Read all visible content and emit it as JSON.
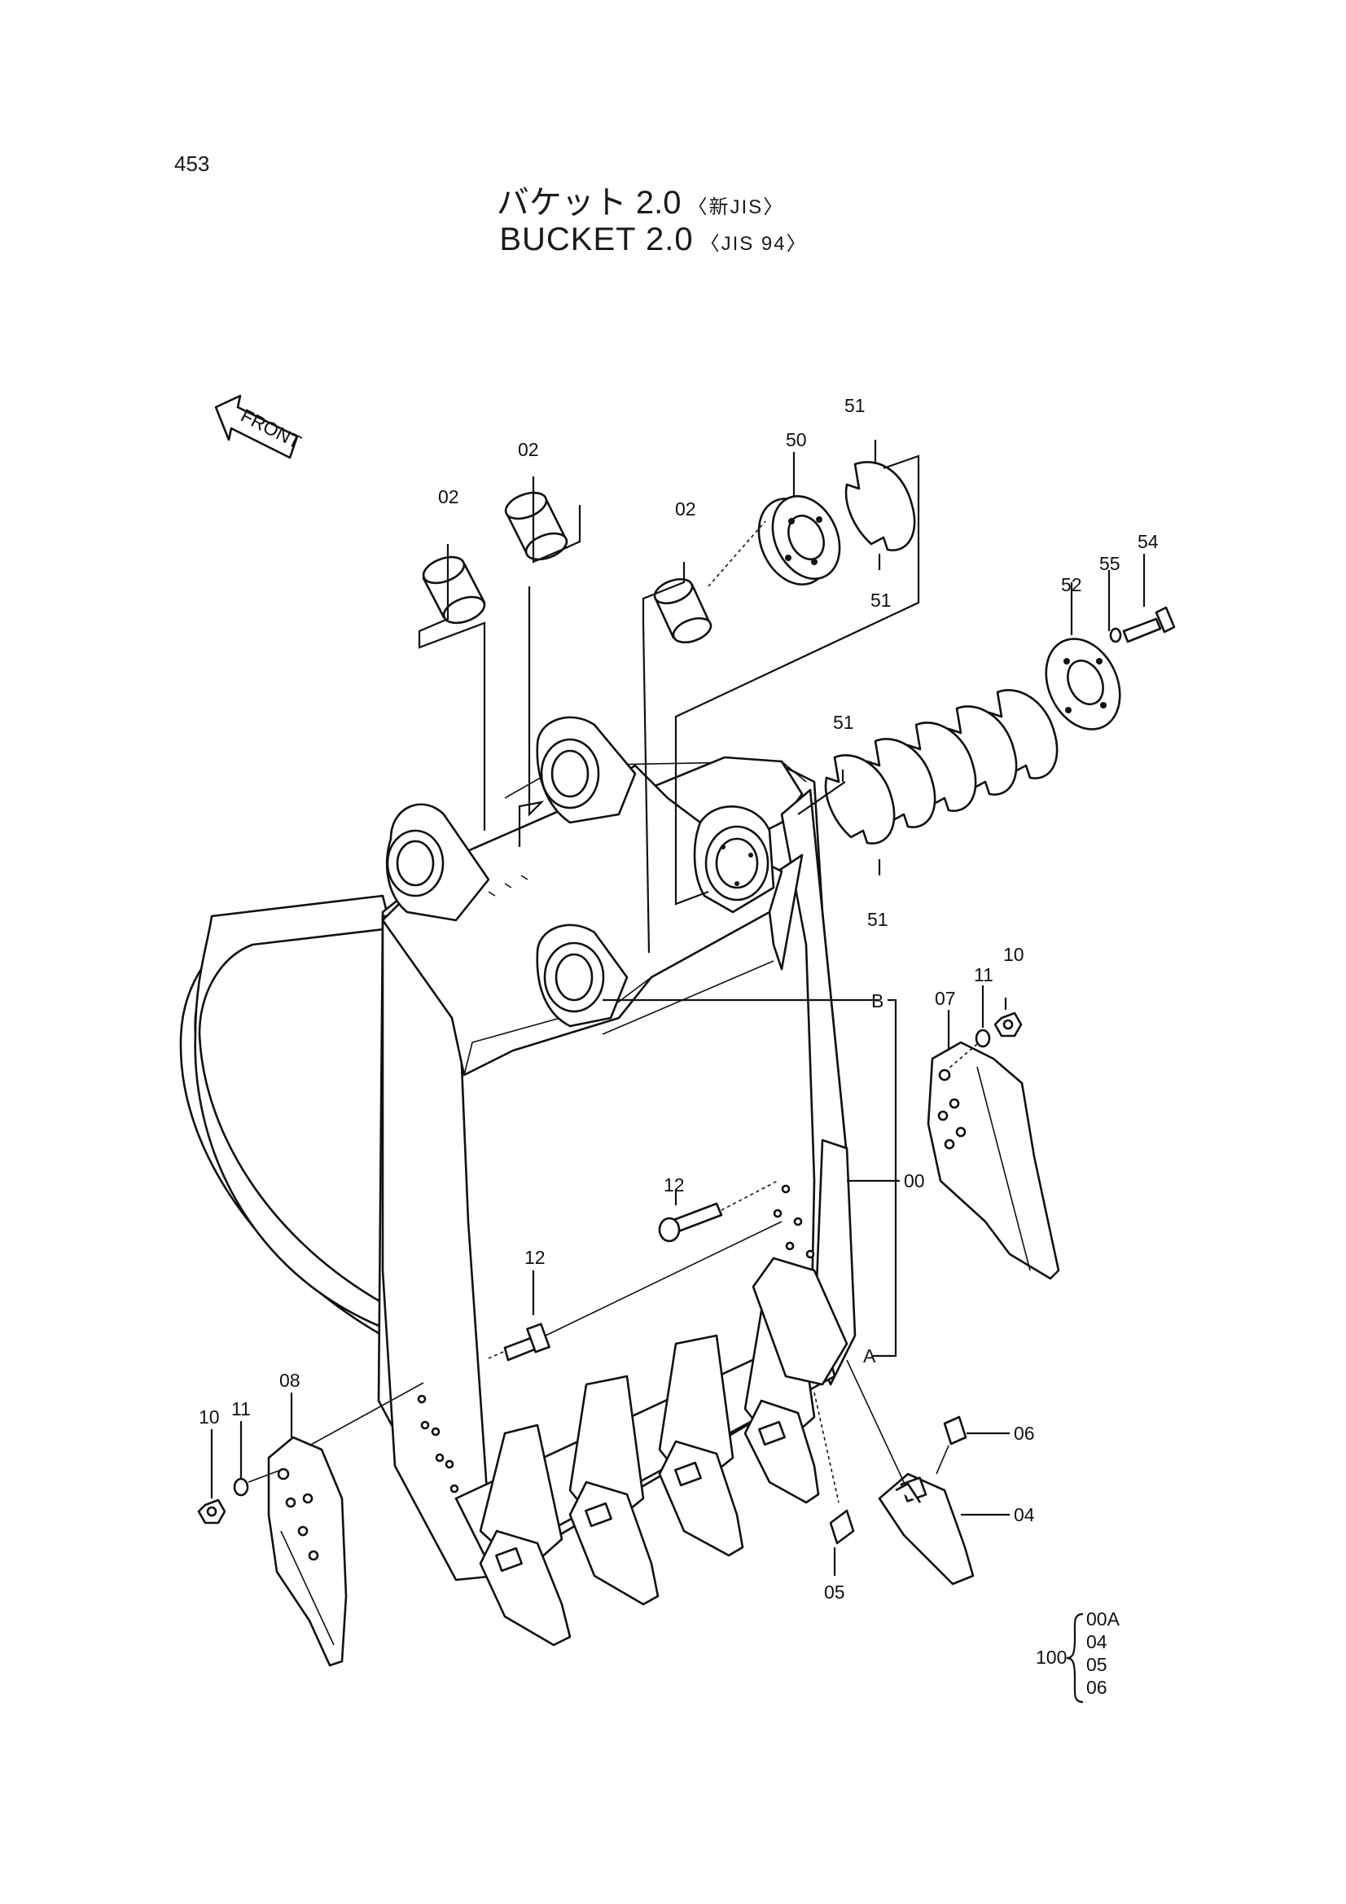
{
  "page": {
    "number": "453"
  },
  "title": {
    "jp_main": "バケット 2.0",
    "jp_sub": "〈新JIS〉",
    "en_main": "BUCKET 2.0",
    "en_sub": "〈JIS 94〉"
  },
  "front_label": "FRONT",
  "callouts": {
    "c02a": "02",
    "c02b": "02",
    "c02c": "02",
    "c50": "50",
    "c51a": "51",
    "c51b": "51",
    "c51c": "51",
    "c51d": "51",
    "c52": "52",
    "c54": "54",
    "c55": "55",
    "cB": "B",
    "cA": "A",
    "c00": "00",
    "c07": "07",
    "c08": "08",
    "c10a": "10",
    "c11a": "11",
    "c10b": "10",
    "c11b": "11",
    "c12a": "12",
    "c12b": "12",
    "c04": "04",
    "c05": "05",
    "c06": "06"
  },
  "kit": {
    "number": "100",
    "items": [
      "00A",
      "04",
      "05",
      "06"
    ]
  }
}
